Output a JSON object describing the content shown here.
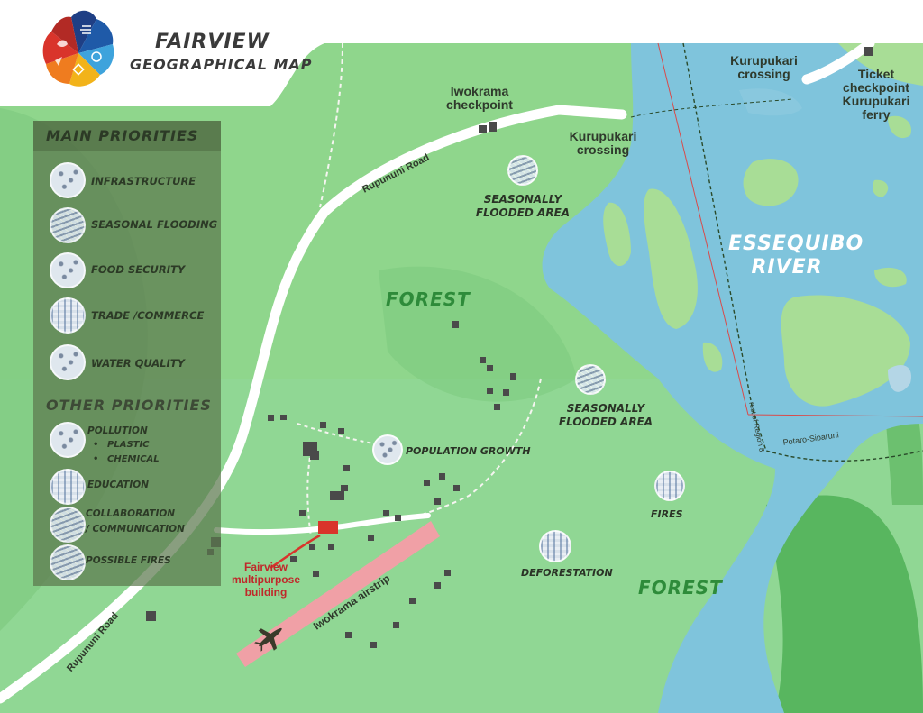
{
  "title": {
    "line1": "FAIRVIEW",
    "line2": "GEOGRAPHICAL MAP"
  },
  "legend": {
    "main_title": "MAIN PRIORITIES",
    "main_items": [
      "INFRASTRUCTURE",
      "SEASONAL FLOODING",
      "FOOD SECURITY",
      "TRADE /COMMERCE",
      "WATER QUALITY"
    ],
    "other_title": "OTHER PRIORITIES",
    "pollution": {
      "label": "POLLUTION",
      "subs": [
        "PLASTIC",
        "CHEMICAL"
      ]
    },
    "education": "EDUCATION",
    "collaboration": {
      "line1": "COLLABORATION",
      "line2": "/ COMMUNICATION"
    },
    "fires": "POSSIBLE FIRES"
  },
  "places": {
    "iwokrama_checkpoint": {
      "line1": "Iwokrama",
      "line2": "checkpoint"
    },
    "kurupukari_crossing_1": {
      "line1": "Kurupukari",
      "line2": "crossing"
    },
    "kurupukari_crossing_2": {
      "line1": "Kurupukari",
      "line2": "crossing"
    },
    "ticket": {
      "line1": "Ticket",
      "line2": "checkpoint",
      "line3": "Kurupukari",
      "line4": "ferry"
    },
    "fairview_building": {
      "line1": "Fairview",
      "line2": "multipurpose",
      "line3": "building"
    },
    "airstrip": "Iwokrama airstrip",
    "road_north": "Rupununi Road",
    "road_south": "Rupununi Road",
    "region": "rest of Region 8",
    "potaro": "Potaro-Siparuni"
  },
  "areas": {
    "flood1": {
      "line1": "SEASONALLY",
      "line2": "FLOODED AREA"
    },
    "flood2": {
      "line1": "SEASONALLY",
      "line2": "FLOODED AREA"
    },
    "population": "POPULATION GROWTH",
    "fires": "FIRES",
    "deforestation": "DEFORESTATION",
    "forest1": "FOREST",
    "forest2": "FOREST",
    "river": {
      "line1": "ESSEQUIBO",
      "line2": "RIVER"
    }
  },
  "colors": {
    "forest_light": "#8fd68c",
    "forest_dark": "#5fbf62",
    "river": "#7fc4dc",
    "road": "#ffffff",
    "airstrip": "#f0a0a6",
    "building": "#d9342b",
    "legend": "#5c784e"
  }
}
